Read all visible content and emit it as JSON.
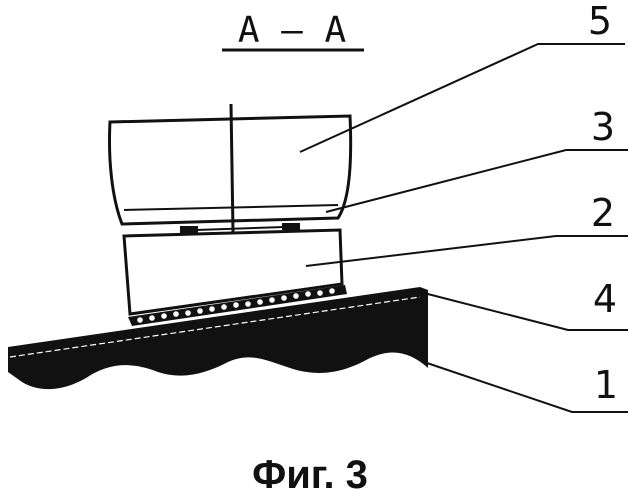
{
  "section_title": "А – А",
  "caption": "Фиг. 3",
  "labels": [
    {
      "id": "1",
      "text": "1"
    },
    {
      "id": "2",
      "text": "2"
    },
    {
      "id": "3",
      "text": "3"
    },
    {
      "id": "4",
      "text": "4"
    },
    {
      "id": "5",
      "text": "5"
    }
  ],
  "colors": {
    "ink": "#111111",
    "background": "#ffffff"
  }
}
